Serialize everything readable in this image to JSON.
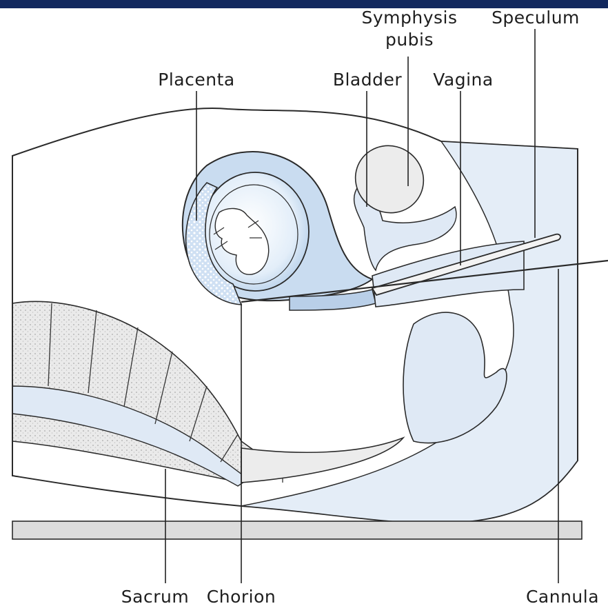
{
  "labels": {
    "placenta": "Placenta",
    "bladder": "Bladder",
    "symphysis_line1": "Symphysis",
    "symphysis_line2": "pubis",
    "vagina": "Vagina",
    "speculum": "Speculum",
    "sacrum": "Sacrum",
    "chorion": "Chorion",
    "cannula": "Cannula"
  },
  "colors": {
    "top_band": "#12285e",
    "fluid_fill": "#dfe9f5",
    "amniotic_fill": "#c9dcf0",
    "bone_fill": "#efefef",
    "table_fill": "#dcdcdc",
    "outline": "#2a2a2a"
  }
}
